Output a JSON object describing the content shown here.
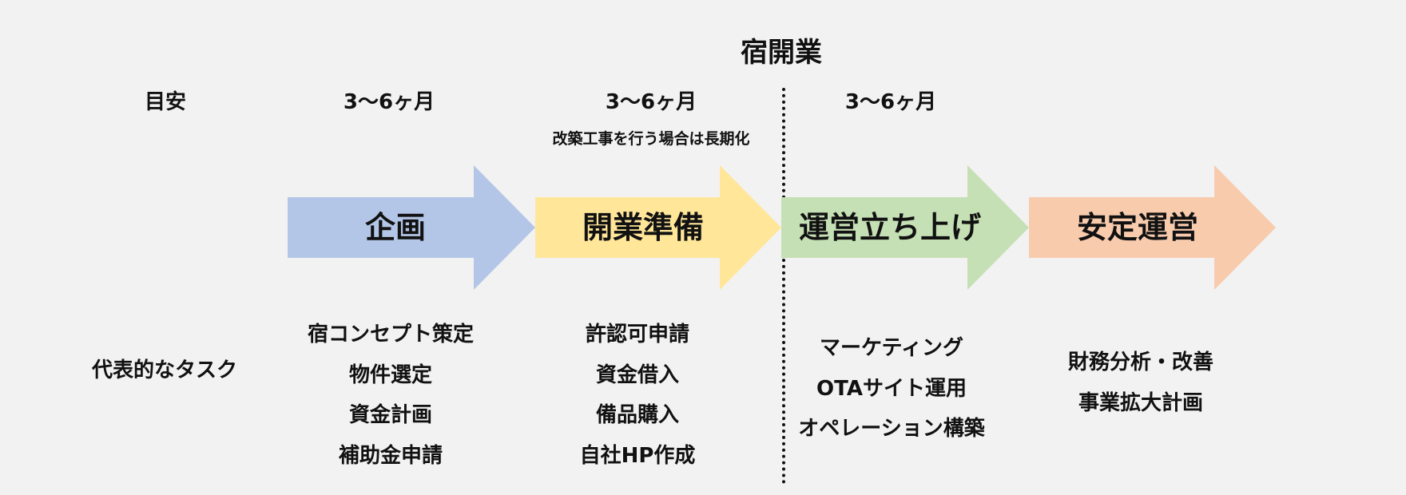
{
  "title": "宿開業",
  "row_labels": {
    "estimate": "目安",
    "tasks": "代表的なタスク"
  },
  "phases": [
    {
      "name": "企画",
      "duration": "3〜6ヶ月",
      "note": "",
      "color": "#b4c6e7",
      "tasks": [
        "宿コンセプト策定",
        "物件選定",
        "資金計画",
        "補助金申請"
      ]
    },
    {
      "name": "開業準備",
      "duration": "3〜6ヶ月",
      "note": "改築工事を行う場合は長期化",
      "color": "#ffe699",
      "tasks": [
        "許認可申請",
        "資金借入",
        "備品購入",
        "自社HP作成"
      ]
    },
    {
      "name": "運営立ち上げ",
      "duration": "3〜6ヶ月",
      "note": "",
      "color": "#c5e0b4",
      "tasks": [
        "マーケティング",
        "OTAサイト運用",
        "オペレーション構築"
      ]
    },
    {
      "name": "安定運営",
      "duration": "",
      "note": "",
      "color": "#f8cbad",
      "tasks": [
        "財務分析・改善",
        "事業拡大計画"
      ]
    }
  ]
}
